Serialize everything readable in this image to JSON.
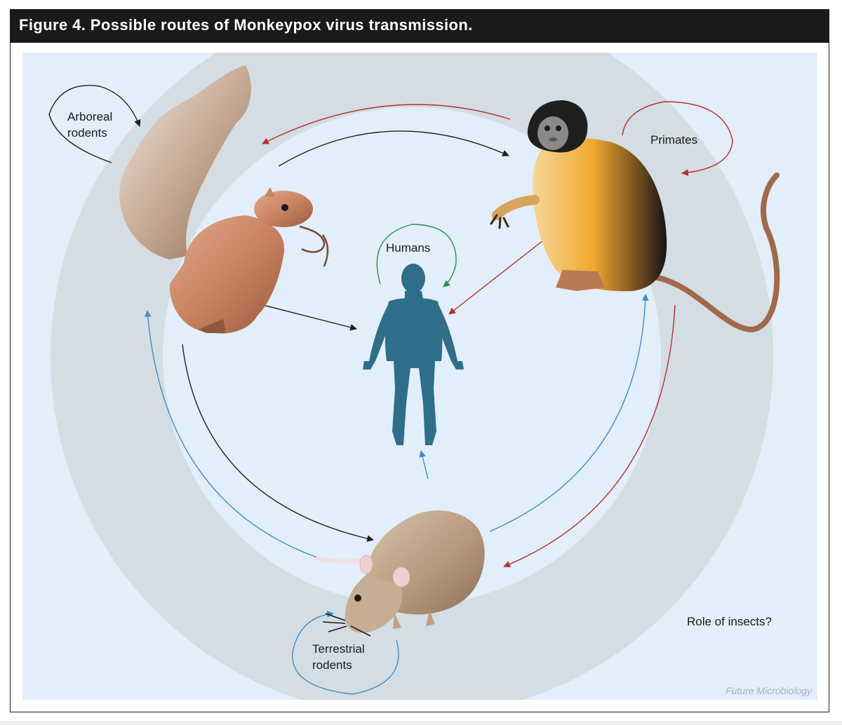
{
  "figure": {
    "title": "Figure 4. Possible routes of Monkeypox virus transmission.",
    "credit": "Future Microbiology"
  },
  "nodes": {
    "arboreal_rodents": [
      "Arboreal",
      "rodents"
    ],
    "primates": "Primates",
    "humans": "Humans",
    "terrestrial_rodents": [
      "Terrestrial",
      "rodents"
    ]
  },
  "annotations": {
    "insects": "Role of insects?"
  },
  "colors": {
    "background": "#e2eef9",
    "ring": "#d3dbe2",
    "title_bar": "#1a1a1a",
    "human": "#2e6e8a",
    "arrow_black": "#231f20",
    "arrow_red": "#b3312e",
    "arrow_blue": "#3e8ec4",
    "arrow_green": "#2e8b57"
  },
  "icons": [
    "squirrel-illustration",
    "monkey-illustration",
    "human-silhouette-icon",
    "rat-illustration"
  ]
}
